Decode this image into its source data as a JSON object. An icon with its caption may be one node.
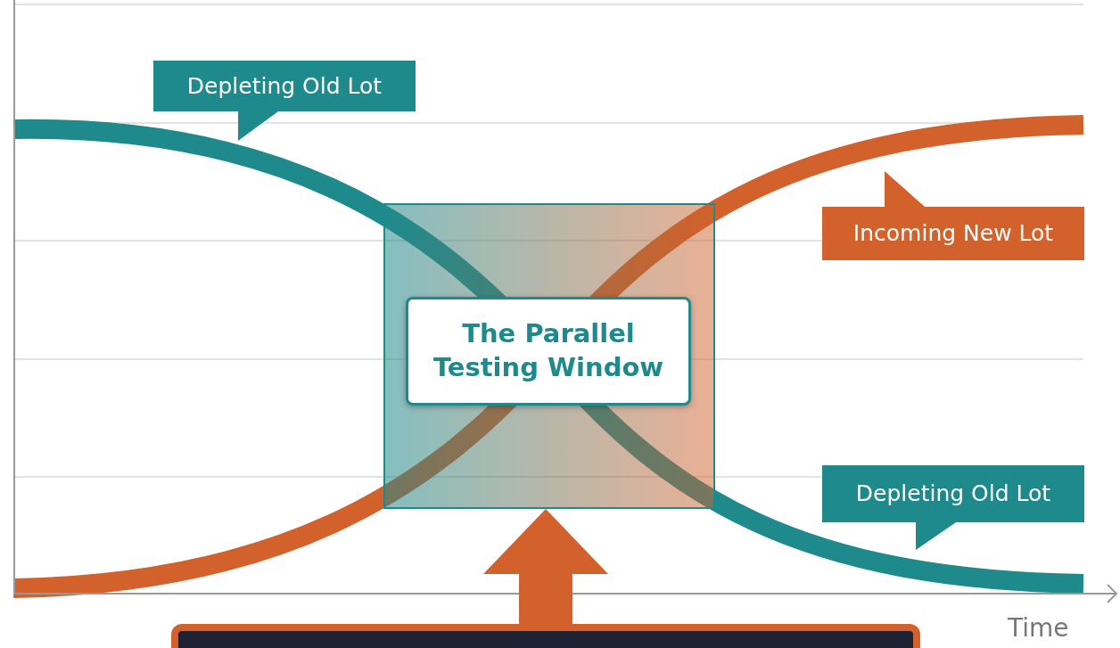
{
  "diagram": {
    "nodes": [
      {
        "text": [],
        "shape": "box"
      },
      {
        "text": [
          "The Parallel Testing Window"
        ],
        "in": 0
      },
      {
        "text": [
          "Depleting Old Lot"
        ]
      },
      {
        "text": [
          "Incoming New Lot"
        ]
      },
      {
        "text": [
          "Depleting Old Lot"
        ]
      },
      {
        "text": [],
        "shape": "box"
      }
    ],
    "edges": [
      {
        "from": 5,
        "to": 0,
        "arrow": "to",
        "color": "#d2612b"
      }
    ],
    "labels": [
      "Time"
    ]
  }
}
